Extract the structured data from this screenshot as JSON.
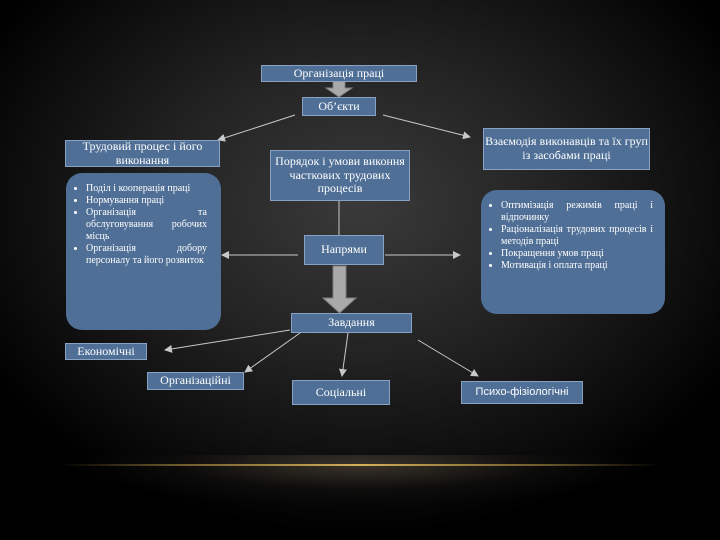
{
  "diagram": {
    "title": "Організація праці",
    "objects": "Об’єкти",
    "branch_left": "Трудовий процес і його виконання",
    "branch_center": "Порядок і умови виконня часткових трудових процесів",
    "branch_right": "Взаємодія виконавців та їх груп із засобами праці",
    "left_list": [
      "Поділ і кооперація праці",
      "Нормування праці",
      "Організація та обслуговування робочих місць",
      "Організація добору персоналу та його розвиток"
    ],
    "right_list": [
      "Оптимізація режимів праці і відпочинку",
      "Раціоналізація трудових процесів і методів праці",
      "Покращення умов праці",
      "Мотивація і оплата праці"
    ],
    "directions": "Напрями",
    "tasks": "Завдання",
    "task_economic": "Економічні",
    "task_organizational": "Організаційні",
    "task_social": "Соціальні",
    "task_psycho": "Психо-фізіологічні"
  },
  "colors": {
    "box_fill": "#4f6f96",
    "box_border": "#8aa2c2",
    "arrow": "#c8c8c8",
    "background": "#2a2a2a",
    "accent_line": "#d4b05a"
  }
}
